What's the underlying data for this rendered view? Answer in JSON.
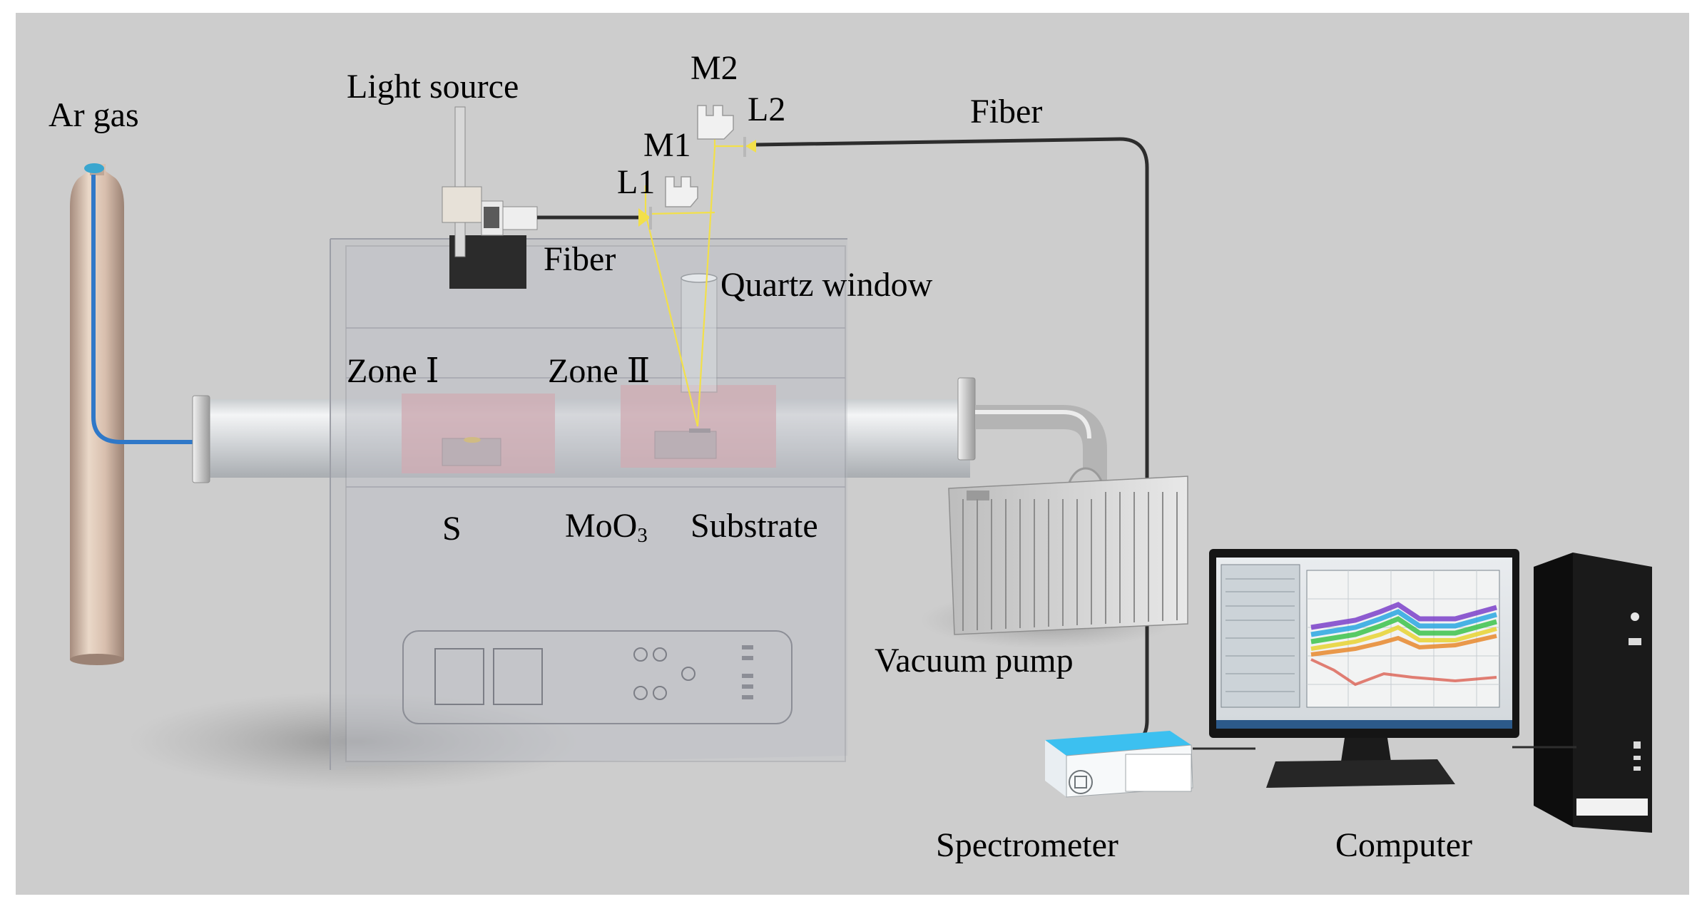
{
  "labels": {
    "ar_gas": "Ar gas",
    "light_source": "Light source",
    "m2": "M2",
    "l2": "L2",
    "m1": "M1",
    "l1": "L1",
    "fiber_top": "Fiber",
    "fiber_mid": "Fiber",
    "quartz_window": "Quartz window",
    "zone1": "Zone Ⅰ",
    "zone2": "Zone Ⅱ",
    "s": "S",
    "moo3_main": "MoO",
    "moo3_sub": "3",
    "substrate": "Substrate",
    "vacuum_pump": "Vacuum pump",
    "spectrometer": "Spectrometer",
    "computer": "Computer"
  },
  "colors": {
    "background": "#cdcdcd",
    "tube": "#d9dcde",
    "hot_zone": "#e8909a",
    "light_beam": "#f2e04a",
    "gas_line": "#2f78c8",
    "spectrometer_top": "#3cc0f0",
    "cabinet": "#1a1a1a"
  },
  "icons": {
    "gas_cylinder": "gas-cylinder-icon",
    "light_source": "light-source-icon",
    "mirror": "mirror-icon",
    "lens": "lens-icon",
    "furnace": "furnace-icon",
    "vacuum_pump": "vacuum-pump-icon",
    "spectrometer": "spectrometer-icon",
    "monitor": "monitor-icon",
    "computer": "computer-tower-icon"
  }
}
